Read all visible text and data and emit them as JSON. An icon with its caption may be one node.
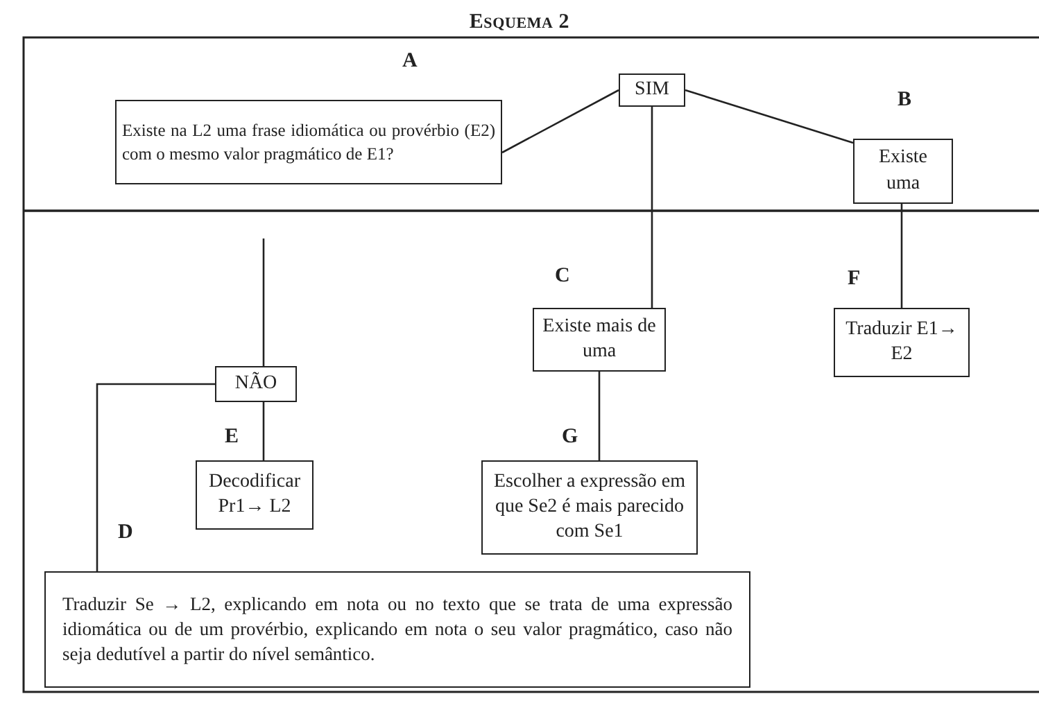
{
  "diagram": {
    "title": "Esquema 2",
    "nodes": [
      {
        "text": [
          "Existe na L2 uma frase idiomática ou provérbio (E2) com o mesmo valor pragmático de E1?"
        ],
        "beside": [
          "A"
        ]
      },
      {
        "text": [
          "SIM"
        ]
      },
      {
        "text": [
          "Existe uma"
        ],
        "beside": [
          "B"
        ]
      },
      {
        "text": [
          "Existe mais de uma"
        ],
        "beside": [
          "C"
        ]
      },
      {
        "text": [
          "Traduzir E1→ E2"
        ],
        "beside": [
          "F"
        ]
      },
      {
        "text": [
          "NÃO"
        ]
      },
      {
        "text": [
          "Decodificar Pr1→ L2"
        ],
        "beside": [
          "E"
        ]
      },
      {
        "text": [
          "Escolher a expressão em que Se2 é mais parecido com Se1"
        ],
        "beside": [
          "G"
        ]
      },
      {
        "text": [
          "Traduzir Se → L2, explicando em nota ou no texto que se trata de uma expressão idiomática ou de um provérbio, explicando em nota o seu valor pragmático, caso não seja dedutível a partir do nível semântico."
        ],
        "beside": [
          "D"
        ]
      }
    ],
    "edges": [
      {
        "from": 0,
        "to": 1,
        "arrow": "none"
      },
      {
        "from": 1,
        "to": 2,
        "arrow": "none"
      },
      {
        "from": 1,
        "to": 3,
        "arrow": "none"
      },
      {
        "from": 2,
        "to": 4,
        "arrow": "none"
      },
      {
        "from": null,
        "to": 5,
        "arrow": "none"
      },
      {
        "from": 5,
        "to": 6,
        "arrow": "none"
      },
      {
        "from": 5,
        "to": 8,
        "arrow": "none"
      },
      {
        "from": 3,
        "to": 7,
        "arrow": "none"
      }
    ]
  }
}
